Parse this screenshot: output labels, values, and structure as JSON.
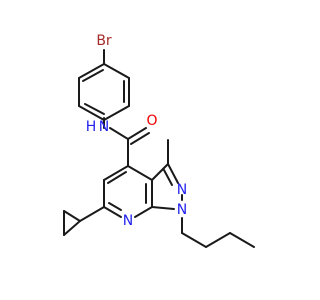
{
  "molecule": {
    "atoms": {
      "bromine": "Br",
      "amide_nh": "N",
      "amide_h": "H",
      "carbonyl_o": "O",
      "pyrazole_n2": "N",
      "pyrazole_n1": "N",
      "pyridine_n": "N"
    },
    "colors": {
      "bond": "#1a1a1a",
      "bromine": "#a52a2a",
      "nitrogen": "#2222ee",
      "oxygen": "#ee0000"
    }
  }
}
